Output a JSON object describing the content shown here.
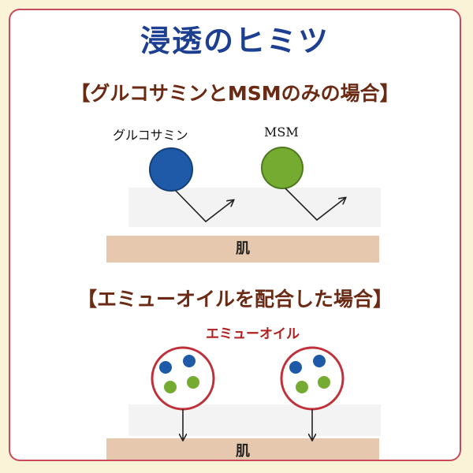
{
  "title": "浸透のヒミツ",
  "section1": {
    "heading": "【グルコサミンとMSMのみの場合】",
    "glucosamine_label": "グルコサミン",
    "msm_label": "MSM",
    "skin_label": "肌"
  },
  "section2": {
    "heading": "【エミューオイルを配合した場合】",
    "emu_label": "エミューオイル",
    "skin_label": "肌"
  },
  "colors": {
    "background": "#fbf3d8",
    "frame": "#c94a5a",
    "title": "#1d3f92",
    "heading": "#6a2a14",
    "glucosamine": "#1e5aa8",
    "msm": "#76ab32",
    "capsule_ring": "#c0303a",
    "skin": "#e6c8ae"
  }
}
